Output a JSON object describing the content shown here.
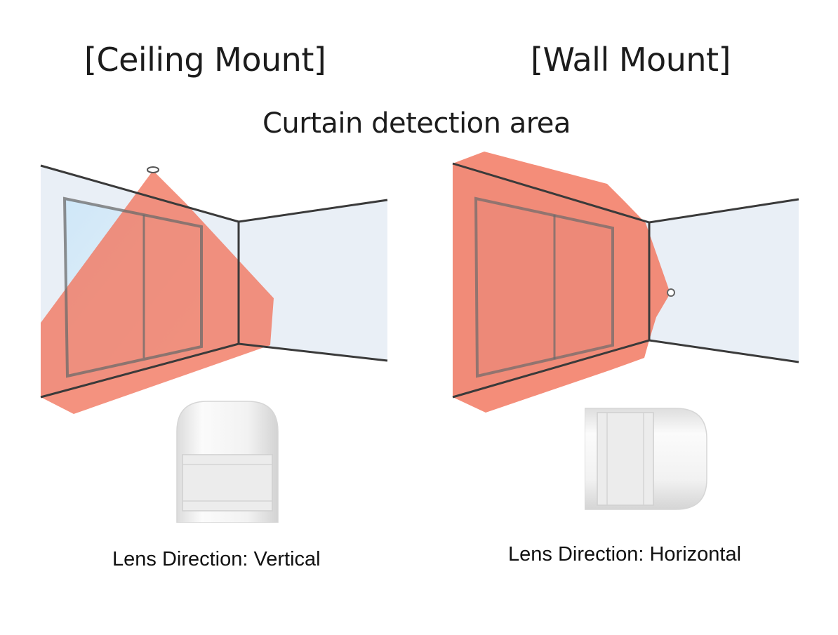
{
  "panels": {
    "ceiling": {
      "title": "[Ceiling Mount]",
      "caption": "Lens Direction: Vertical"
    },
    "wall": {
      "title": "[Wall Mount]",
      "caption": "Lens Direction: Horizontal"
    }
  },
  "center_label": "Curtain detection area",
  "colors": {
    "detection_area": "#f27a63",
    "wall_fill": "#e8eef5",
    "window_glass": "#cfe6f7",
    "frame_line": "#3a3a3a",
    "sensor_body": "#f4f4f4"
  }
}
